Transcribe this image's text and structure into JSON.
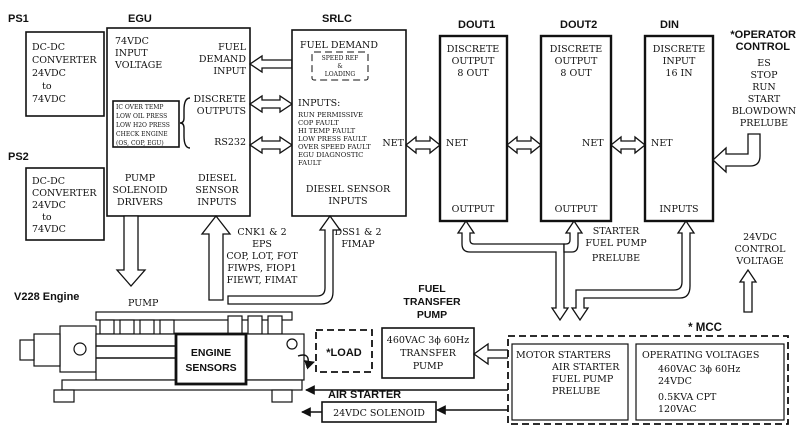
{
  "ps1": {
    "title": "PS1",
    "lines": [
      "DC-DC",
      "CONVERTER",
      "24VDC",
      "to",
      "74VDC"
    ]
  },
  "ps2": {
    "title": "PS2",
    "lines": [
      "DC-DC",
      "CONVERTER",
      "24VDC",
      "to",
      "74VDC"
    ]
  },
  "egu": {
    "title": "EGU",
    "input_voltage": [
      "74VDC",
      "INPUT",
      "VOLTAGE"
    ],
    "fuel_demand_input": [
      "FUEL",
      "DEMAND",
      "INPUT"
    ],
    "alarm_list": [
      "IC OVER TEMP",
      "LOW OIL PRESS",
      "LOW H2O PRESS",
      "CHECK ENGINE",
      "(OS, COP, EGU)"
    ],
    "discrete_outputs": [
      "DISCRETE",
      "OUTPUTS"
    ],
    "rs232": "RS232",
    "pump_drivers": [
      "PUMP",
      "SOLENOID",
      "DRIVERS"
    ],
    "diesel_sensor_inputs": [
      "DIESEL",
      "SENSOR",
      "INPUTS"
    ]
  },
  "srlc": {
    "title": "SRLC",
    "fuel_demand": "FUEL DEMAND",
    "speed_ref": [
      "SPEED REF",
      "&",
      "LOADING"
    ],
    "inputs_title": "INPUTS:",
    "inputs": [
      "RUN PERMISSIVE",
      "COP FAULT",
      "HI TEMP FAULT",
      "LOW PRESS FAULT",
      "OVER SPEED FAULT",
      "EGU DIAGNOSTIC",
      "FAULT"
    ],
    "net": "NET",
    "diesel_sensor_inputs": [
      "DIESEL SENSOR",
      "INPUTS"
    ]
  },
  "dout1": {
    "title": "DOUT1",
    "desc": [
      "DISCRETE",
      "OUTPUT",
      "8 OUT"
    ],
    "net": "NET",
    "output": "OUTPUT"
  },
  "dout2": {
    "title": "DOUT2",
    "desc": [
      "DISCRETE",
      "OUTPUT",
      "8 OUT"
    ],
    "net": "NET",
    "output": "OUTPUT"
  },
  "din": {
    "title": "DIN",
    "desc": [
      "DISCRETE",
      "INPUT",
      "16 IN"
    ],
    "net": "NET",
    "inputs": "INPUTS"
  },
  "operator_control": {
    "title": [
      "*OPERATOR",
      "CONTROL"
    ],
    "items": [
      "ES",
      "STOP",
      "RUN",
      "START",
      "BLOWDOWN",
      "PRELUBE"
    ]
  },
  "sensor_signals": {
    "left": [
      "CNK1 & 2",
      "EPS",
      "COP, LOT, FOT",
      "FIWPS, FIOP1",
      "FIEWT, FIMAT"
    ],
    "right": [
      "DSS1 & 2",
      "FIMAP"
    ]
  },
  "starter_fuel_pump": [
    "STARTER",
    "FUEL PUMP",
    "PRELUBE"
  ],
  "control_voltage": [
    "24VDC",
    "CONTROL",
    "VOLTAGE"
  ],
  "engine": {
    "title": "V228 Engine",
    "pump": "PUMP",
    "sensors": [
      "ENGINE",
      "SENSORS"
    ]
  },
  "load": "*LOAD",
  "fuel_transfer_pump": {
    "title": [
      "FUEL",
      "TRANSFER",
      "PUMP"
    ],
    "lines": [
      "460VAC 3ϕ 60Hz",
      "TRANSFER",
      "PUMP"
    ]
  },
  "mcc": {
    "title": "* MCC",
    "motor_starters": [
      "MOTOR STARTERS",
      "AIR STARTER",
      "FUEL PUMP",
      "PRELUBE"
    ],
    "operating_voltages": [
      "OPERATING VOLTAGES",
      "460VAC 3ϕ 60Hz",
      "24VDC",
      "0.5KVA CPT",
      "120VAC"
    ]
  },
  "air_starter": {
    "title": "AIR STARTER",
    "solenoid": "24VDC SOLENOID"
  }
}
